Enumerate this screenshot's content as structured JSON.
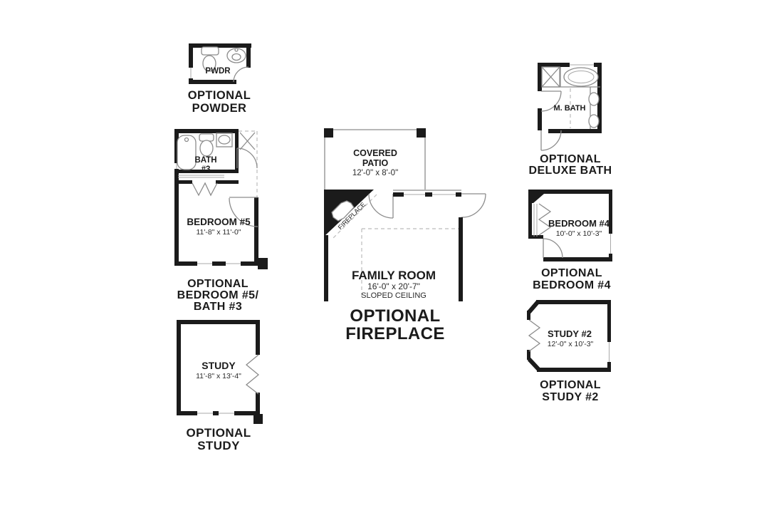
{
  "colors": {
    "wall": "#1b1b1b",
    "thin_line": "#8c8c8c",
    "dashed_line": "#bcbcbc",
    "background": "#ffffff"
  },
  "plans": {
    "powder": {
      "room_label": "PWDR",
      "caption": [
        "OPTIONAL",
        "POWDER"
      ]
    },
    "bed5bath3": {
      "bath_label": [
        "BATH",
        "#3"
      ],
      "bedroom_label": "BEDROOM #5",
      "bedroom_dims": "11'-8\" x 11'-0\"",
      "caption": [
        "OPTIONAL",
        "BEDROOM #5/",
        "BATH #3"
      ]
    },
    "study": {
      "room_label": "STUDY",
      "dims": "11'-8\" x 13'-4\"",
      "caption": [
        "OPTIONAL",
        "STUDY"
      ]
    },
    "fireplace": {
      "patio_label": [
        "COVERED",
        "PATIO"
      ],
      "patio_dims": "12'-0\" x 8'-0\"",
      "family_label": "FAMILY ROOM",
      "family_dims": "16'-0\" x 20'-7\"",
      "family_note": "SLOPED CEILING",
      "fireplace_label": "FIREPLACE",
      "caption": [
        "OPTIONAL",
        "FIREPLACE"
      ]
    },
    "deluxebath": {
      "room_label": "M. BATH",
      "caption": [
        "OPTIONAL",
        "DELUXE BATH"
      ]
    },
    "bed4": {
      "room_label": "BEDROOM #4",
      "dims": "10'-0\" x 10'-3\"",
      "caption": [
        "OPTIONAL",
        "BEDROOM #4"
      ]
    },
    "study2": {
      "room_label": "STUDY #2",
      "dims": "12'-0\" x 10'-3\"",
      "caption": [
        "OPTIONAL",
        "STUDY #2"
      ]
    }
  }
}
